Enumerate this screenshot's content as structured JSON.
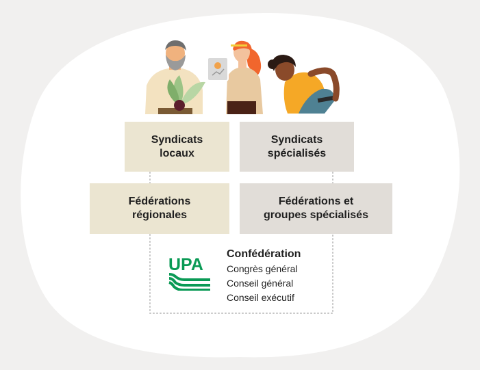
{
  "colors": {
    "background": "#f1f0ef",
    "blob": "#ffffff",
    "beige_box": "#ebe5d1",
    "grey_box": "#e1ddd8",
    "upa_green": "#0a9a55",
    "dotted_line": "#c5c5c5"
  },
  "boxes": {
    "syndicats_locaux": "Syndicats\nlocaux",
    "syndicats_specialises": "Syndicats\nspécialisés",
    "federations_regionales": "Fédérations\nrégionales",
    "federations_specialisees": "Fédérations et\ngroupes spécialisés"
  },
  "confederation": {
    "title": "Confédération",
    "lines": [
      "Congrès général",
      "Conseil général",
      "Conseil exécutif"
    ]
  },
  "logo": {
    "text": "UPA",
    "icon": "upa-logo"
  },
  "illustration": {
    "icons": [
      "farmer-with-plant-icon",
      "woman-with-tablet-icon",
      "man-leaning-icon"
    ]
  }
}
